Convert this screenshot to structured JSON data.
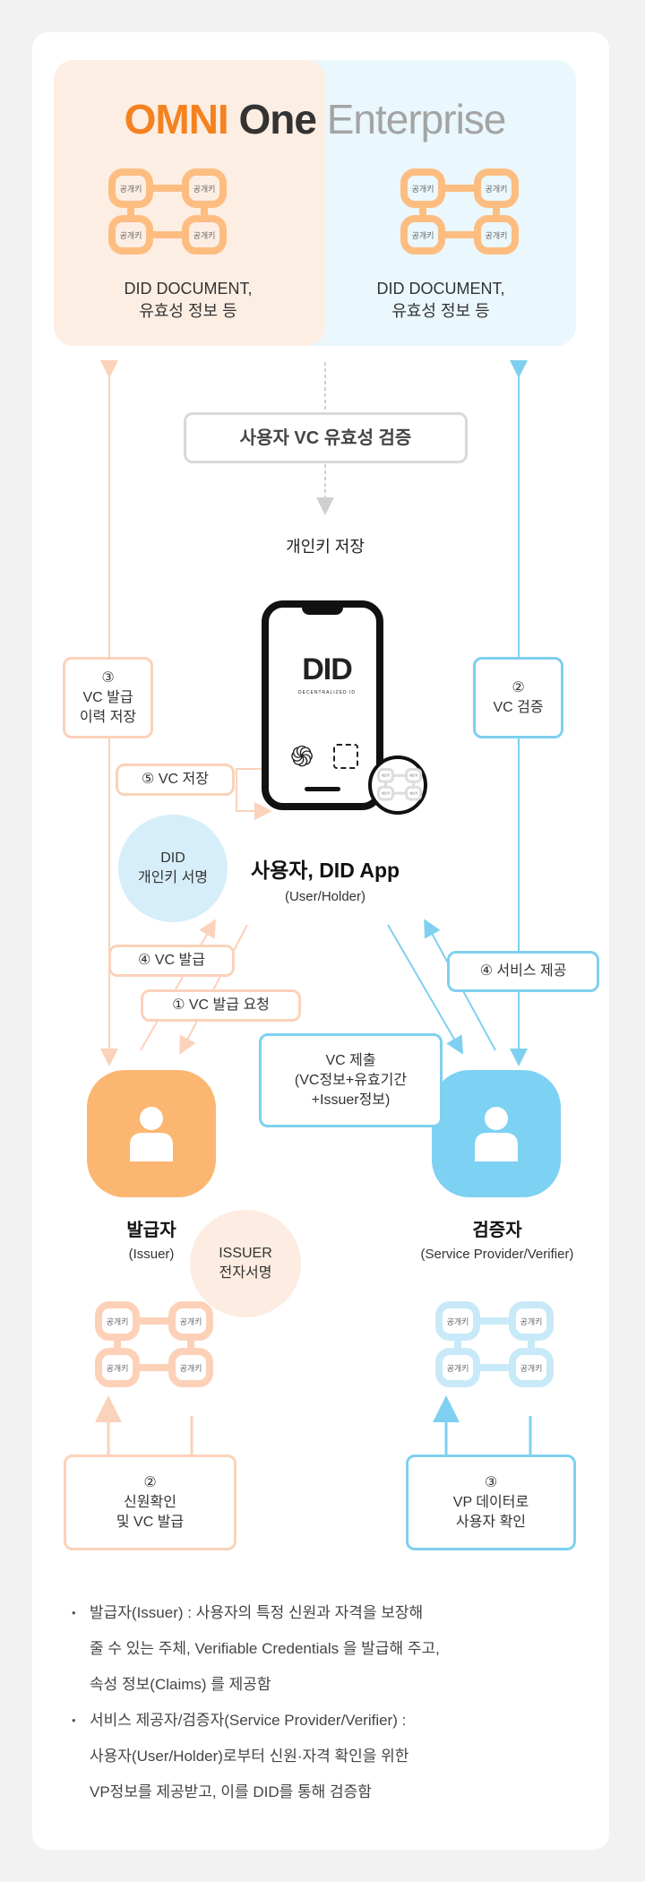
{
  "logo": {
    "omni": "OMNI",
    "one": "One",
    "enterprise": "Enterprise"
  },
  "top_left": {
    "line1": "DID DOCUMENT,",
    "line2": "유효성 정보 등"
  },
  "top_right": {
    "line1": "DID DOCUMENT,",
    "line2": "유효성 정보 등"
  },
  "chain_label": "공개키",
  "private_key_label": "개인키",
  "validation_box": "사용자 VC 유효성 검증",
  "private_key_store": "개인키 저장",
  "phone": {
    "did_logo": "DID",
    "did_sub": "DECENTRALIZED ID"
  },
  "steps": {
    "vc_history": {
      "num": "③",
      "line1": "VC 발급",
      "line2": "이력 저장"
    },
    "vc_verify": {
      "num": "②",
      "line1": "VC 검증"
    },
    "vc_store": "⑤  VC 저장",
    "vc_issue": "④  VC 발급",
    "vc_request": "①  VC 발급 요청",
    "service": "④ 서비스 제공",
    "vc_submit": {
      "line1": "VC 제출",
      "line2": "(VC정보+유효기간",
      "line3": "+Issuer정보)"
    },
    "identity": {
      "num": "②",
      "line1": "신원확인",
      "line2": "및 VC 발급"
    },
    "vp": {
      "num": "③",
      "line1": "VP 데이터로",
      "line2": "사용자 확인"
    }
  },
  "did_sign": {
    "line1": "DID",
    "line2": "개인키 서명"
  },
  "user": {
    "title": "사용자, DID App",
    "sub": "(User/Holder)"
  },
  "issuer": {
    "title": "발급자",
    "sub": "(Issuer)"
  },
  "issuer_sign": {
    "line1": "ISSUER",
    "line2": "전자서명"
  },
  "verifier": {
    "title": "검증자",
    "sub": "(Service Provider/Verifier)"
  },
  "notes": [
    {
      "l1": "발급자(Issuer) : 사용자의 특정 신원과 자격을 보장해",
      "l2": "줄 수 있는 주체, Verifiable Credentials 을 발급해 주고,",
      "l3": "속성 정보(Claims) 를 제공함"
    },
    {
      "l1": "서비스 제공자/검증자(Service Provider/Verifier) :",
      "l2": "사용자(User/Holder)로부터 신원·자격 확인을 위한",
      "l3": "VP정보를 제공받고, 이를 DID를 통해 검증함"
    }
  ],
  "colors": {
    "orange": "#f58220",
    "peach": "#fbd2ba",
    "blue": "#7fd0f0",
    "issuer_tile": "#fbb771",
    "verifier_tile": "#7dd1f2"
  }
}
